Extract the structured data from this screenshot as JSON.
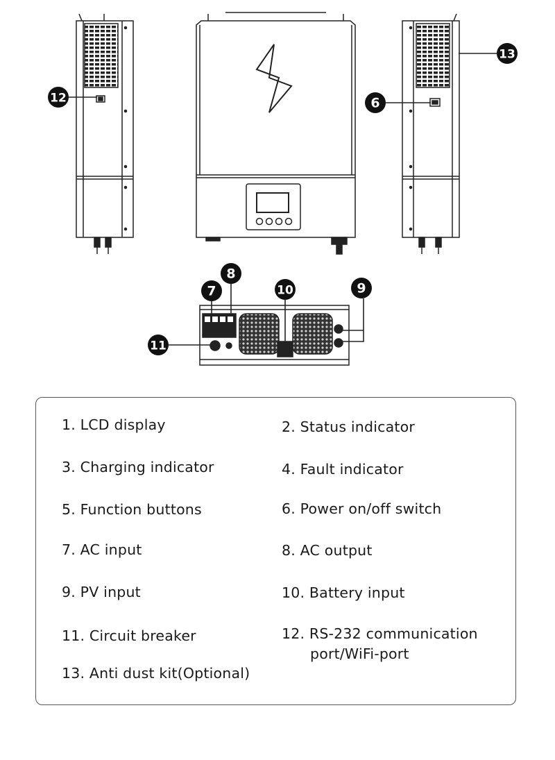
{
  "callouts": {
    "c6": "6",
    "c7": "7",
    "c8": "8",
    "c9": "9",
    "c10": "10",
    "c11": "11",
    "c12": "12",
    "c13": "13"
  },
  "legend": {
    "i1": "1. LCD display",
    "i2": "2. Status indicator",
    "i3": "3. Charging indicator",
    "i4": "4. Fault indicator",
    "i5": "5. Function buttons",
    "i6": "6. Power on/off switch",
    "i7": "7. AC input",
    "i8": "8. AC output",
    "i9": "9. PV input",
    "i10": "10. Battery input",
    "i11": "11. Circuit breaker",
    "i12_line1": "12. RS-232 communication",
    "i12_line2": "port/WiFi-port",
    "i13": "13. Anti dust kit(Optional)"
  }
}
